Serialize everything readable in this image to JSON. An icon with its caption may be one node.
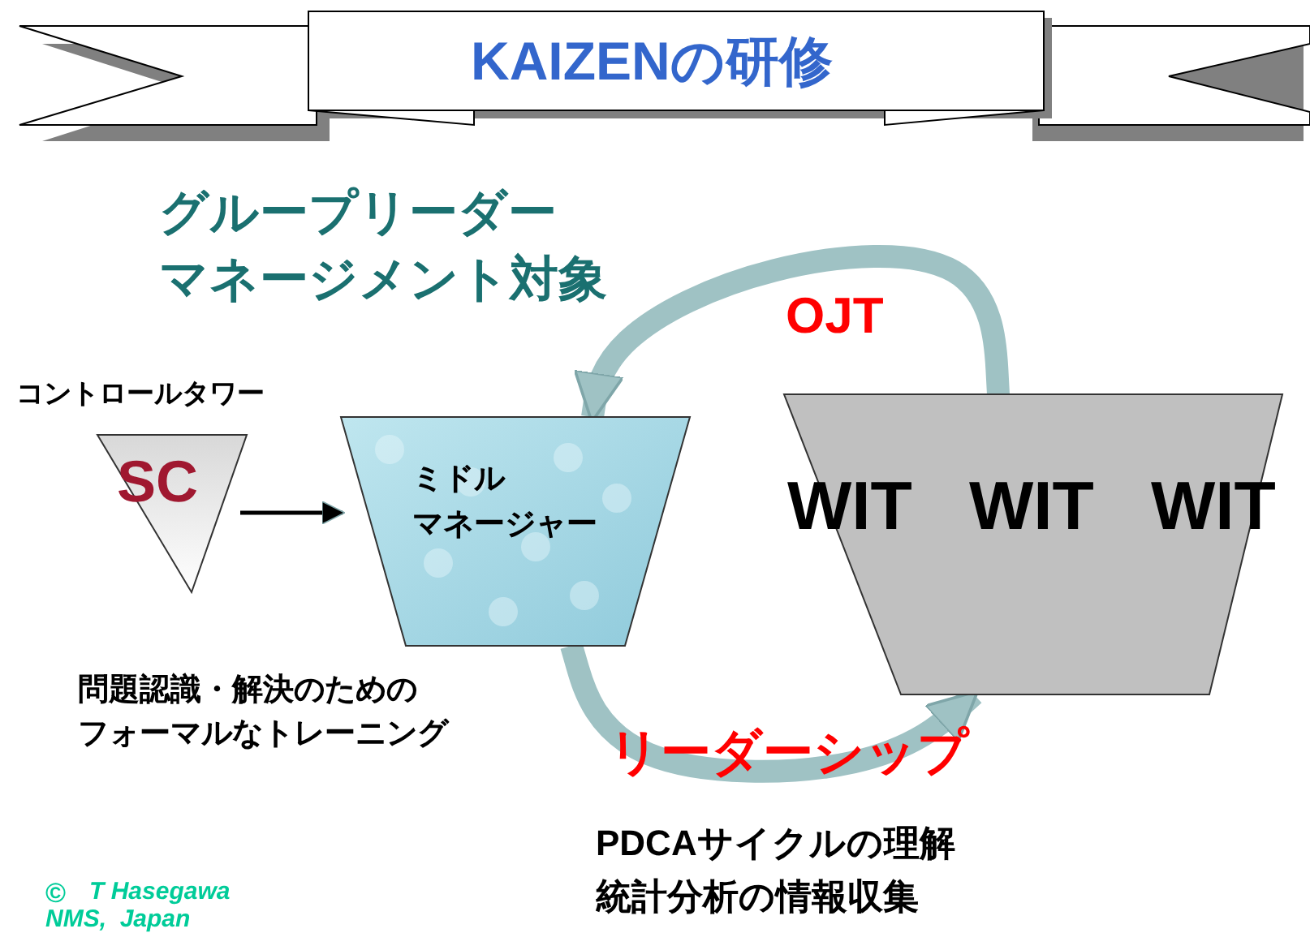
{
  "diagram": {
    "title": "KAIZENの研修",
    "nodes": [
      {
        "text": [
          "SC"
        ],
        "beside": [
          "コントロールタワー"
        ]
      },
      {
        "text": [
          "ミドルマネージャー"
        ]
      },
      {
        "text": [
          "WIT",
          "WIT",
          "WIT"
        ]
      }
    ],
    "edges": [
      {
        "from": 0,
        "to": 1,
        "arrow": "to",
        "color": "#000000"
      },
      {
        "from": 2,
        "to": 1,
        "arrow": "to",
        "label": "OJT"
      },
      {
        "from": 1,
        "to": 2,
        "arrow": "to",
        "label": "リーダーシップ"
      }
    ],
    "labels": [
      "グループリーダーマネージメント対象",
      "問題認識・解決のためのフォーマルなトレーニング",
      "PDCAサイクルの理解",
      "統計分析の情報収集",
      "©",
      "T Hasegawa",
      "NMS,  Japan"
    ]
  }
}
